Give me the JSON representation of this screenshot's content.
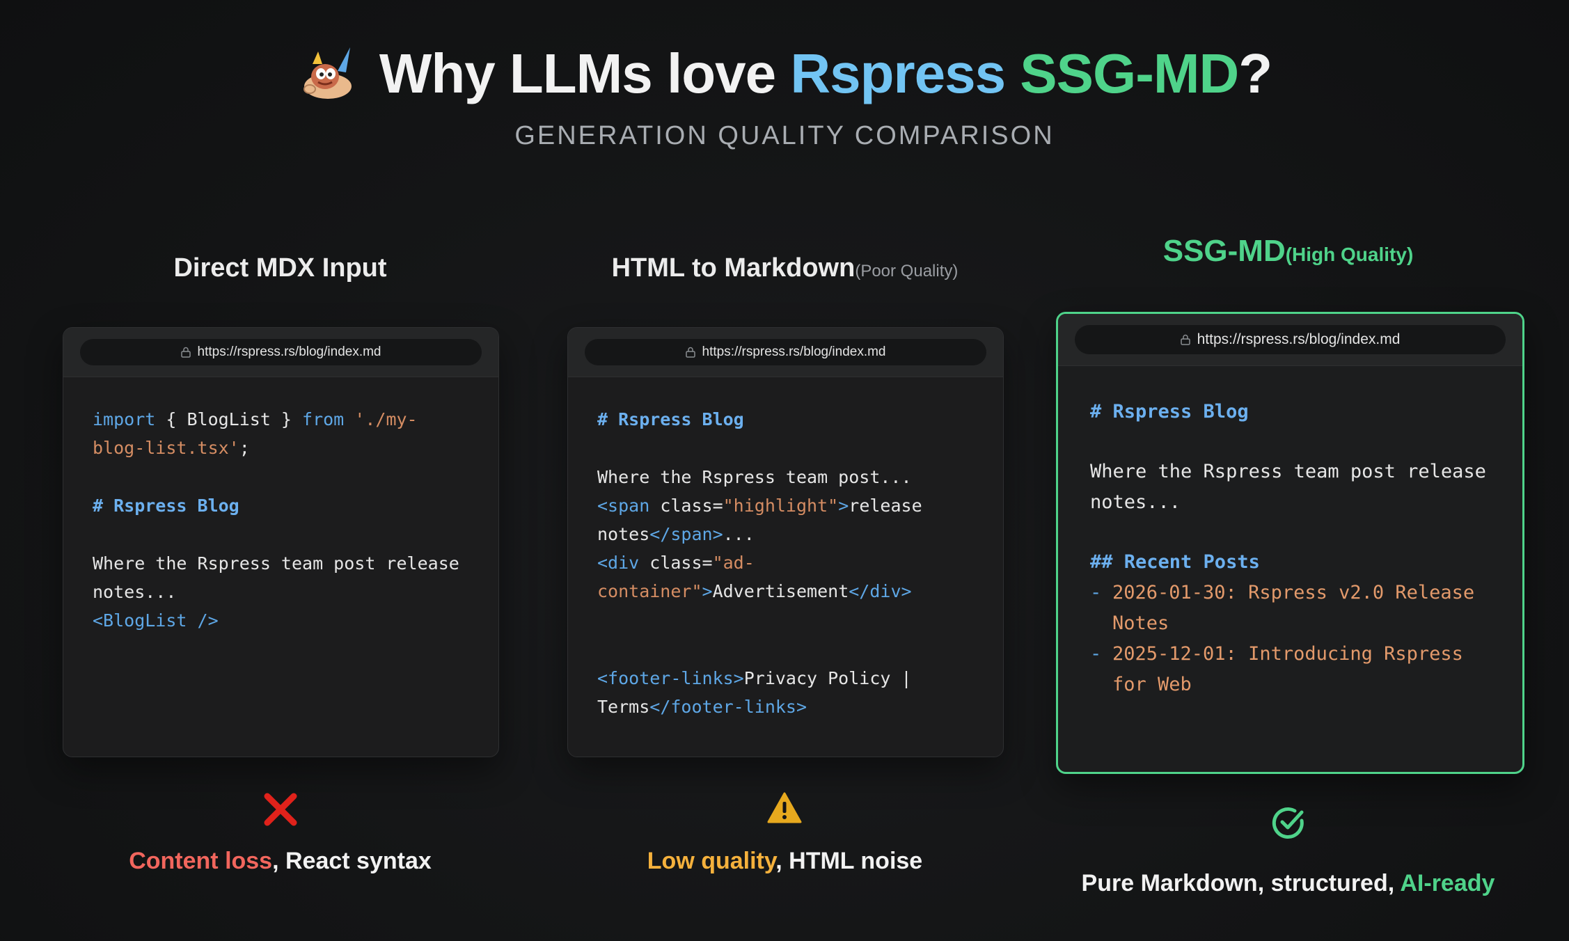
{
  "header": {
    "title_prefix": "Why LLMs love ",
    "title_rspress": "Rspress",
    "title_ssgmd": "SSG-MD",
    "title_suffix": "?",
    "subtitle": "GENERATION QUALITY COMPARISON"
  },
  "colors": {
    "accent_blue": "#72c4f3",
    "accent_green": "#4fd38a",
    "error_red": "#f2665d",
    "warning_amber": "#f5b13c"
  },
  "columns": [
    {
      "heading": "Direct MDX Input",
      "url": "https://rspress.rs/blog/index.md",
      "code": {
        "import_kw": "import",
        "import_names": " { BlogList } ",
        "from_kw": "from",
        "import_path": " './my-blog-list.tsx'",
        "semi": ";",
        "heading": "# Rspress Blog",
        "paragraph": "Where the Rspress team post release notes...",
        "component": "<BlogList />"
      },
      "status_icon": "cross-icon",
      "status_highlight": "Content loss",
      "status_rest": ", React syntax"
    },
    {
      "heading": "HTML to Markdown",
      "heading_note": "(Poor Quality)",
      "url": "https://rspress.rs/blog/index.md",
      "code": {
        "heading": "# Rspress Blog",
        "intro": "Where the Rspress team post...",
        "span_open": "<span ",
        "span_attr": "class=",
        "span_val": "\"highlight\"",
        "span_close_bracket": ">",
        "span_text": "release notes",
        "span_end": "</span>",
        "ellipsis": "...",
        "div_open": "<div ",
        "div_attr": "class=",
        "div_val": "\"ad-container\"",
        "div_close_bracket": ">",
        "div_text": "Advertisement",
        "div_end": "</div>",
        "footer_open": "<footer-links>",
        "footer_text": "Privacy Policy | Terms",
        "footer_end": "</footer-links>"
      },
      "status_icon": "warning-icon",
      "status_highlight": "Low quality",
      "status_rest": ", HTML noise"
    },
    {
      "heading": "SSG-MD",
      "heading_note": "(High Quality)",
      "url": "https://rspress.rs/blog/index.md",
      "code": {
        "heading": "# Rspress Blog",
        "paragraph": "Where the Rspress team post release notes...",
        "subheading": "## Recent Posts",
        "posts": [
          "2026-01-30: Rspress v2.0 Release Notes",
          "2025-12-01: Introducing Rspress for Web"
        ]
      },
      "status_icon": "check-circle-icon",
      "status_prefix": "Pure Markdown, structured, ",
      "status_highlight": "AI-ready"
    }
  ]
}
